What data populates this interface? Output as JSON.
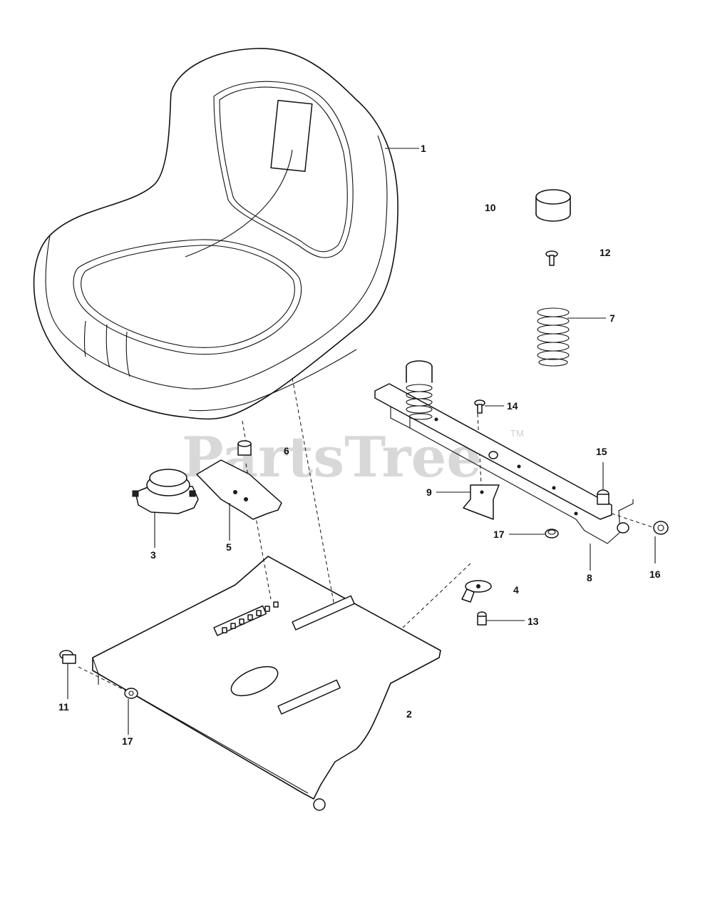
{
  "watermark": {
    "text": "PartsTree",
    "trademark": "TM"
  },
  "callouts": [
    {
      "id": "label-1",
      "text": "1"
    },
    {
      "id": "label-2",
      "text": "2"
    },
    {
      "id": "label-3",
      "text": "3"
    },
    {
      "id": "label-4",
      "text": "4"
    },
    {
      "id": "label-5",
      "text": "5"
    },
    {
      "id": "label-6",
      "text": "6"
    },
    {
      "id": "label-7",
      "text": "7"
    },
    {
      "id": "label-8",
      "text": "8"
    },
    {
      "id": "label-9",
      "text": "9"
    },
    {
      "id": "label-10",
      "text": "10"
    },
    {
      "id": "label-11",
      "text": "11"
    },
    {
      "id": "label-12",
      "text": "12"
    },
    {
      "id": "label-13",
      "text": "13"
    },
    {
      "id": "label-14",
      "text": "14"
    },
    {
      "id": "label-15",
      "text": "15"
    },
    {
      "id": "label-16",
      "text": "16"
    },
    {
      "id": "label-17a",
      "text": "17"
    },
    {
      "id": "label-17b",
      "text": "17"
    }
  ]
}
